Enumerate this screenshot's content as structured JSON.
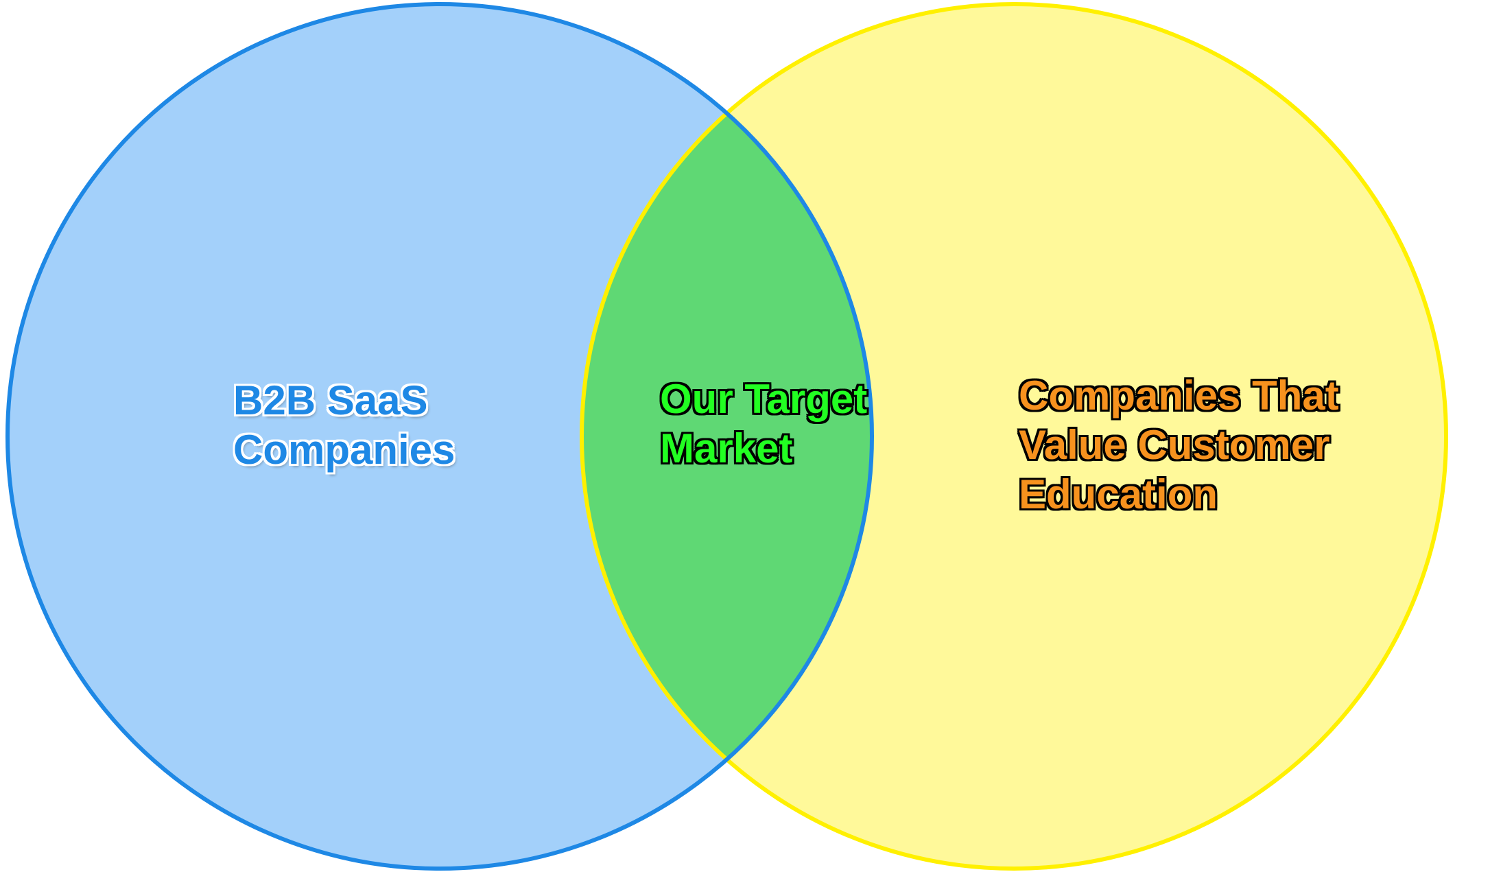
{
  "diagram": {
    "type": "venn",
    "sets": [
      {
        "id": "b2b-saas",
        "lines": [
          "B2B SaaS",
          "Companies"
        ],
        "fill": "#a3d0fa",
        "stroke": "#1e88e5",
        "text_color": "#1e88e5"
      },
      {
        "id": "customer-education",
        "lines": [
          "Companies That",
          "Value Customer",
          "Education"
        ],
        "fill": "#fff99a",
        "stroke": "#fff000",
        "text_color": "#f7921e"
      }
    ],
    "intersection": {
      "lines": [
        "Our Target",
        "Market"
      ],
      "fill": "#5fd874",
      "text_color": "#22ff22"
    }
  }
}
